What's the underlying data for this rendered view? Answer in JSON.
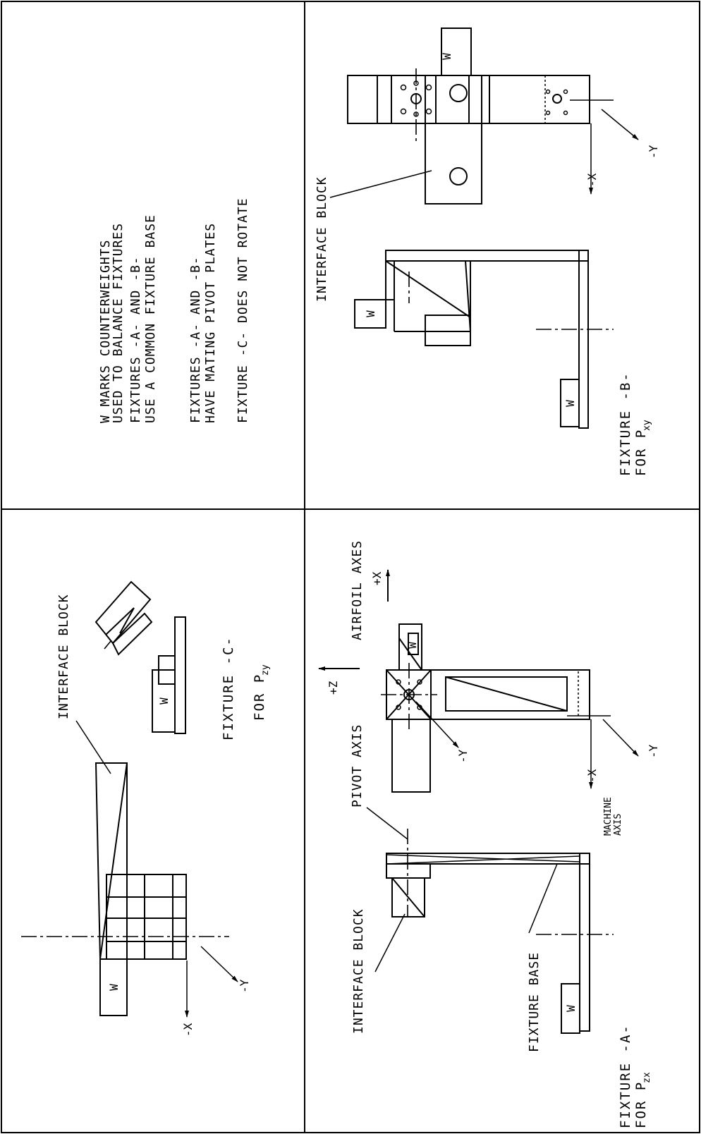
{
  "notes": {
    "line1": "W MARKS COUNTERWEIGHTS",
    "line2": "USED TO BALANCE FIXTURES",
    "line3": "FIXTURES -A- AND -B-",
    "line4": "USE A COMMON FIXTURE BASE",
    "line5": "FIXTURES -A- AND -B-",
    "line6": "HAVE MATING PIVOT PLATES",
    "line7": "FIXTURE -C- DOES NOT ROTATE"
  },
  "fixture_b": {
    "title1": "FIXTURE -B-",
    "title2": "FOR P",
    "title_sub": "xy",
    "interface_label": "INTERFACE BLOCK",
    "axis_x": "-X",
    "axis_y": "-Y"
  },
  "fixture_c": {
    "title1": "FIXTURE -C-",
    "title2": "FOR P",
    "title_sub": "zy",
    "interface_label": "INTERFACE BLOCK",
    "axis_x": "-X",
    "axis_y": "-Y"
  },
  "fixture_a": {
    "title1": "FIXTURE -A-",
    "title2": "FOR P",
    "title_sub": "zx",
    "interface_label": "INTERFACE BLOCK",
    "base_label": "FIXTURE BASE",
    "pivot_label": "PIVOT AXIS",
    "airfoil_label": "AIRFOIL AXES",
    "machine_label1": "MACHINE",
    "machine_label2": "AXIS",
    "axis_plus_x": "+X",
    "axis_plus_z": "+Z",
    "axis_minus_y_inner": "-Y",
    "axis_minus_x": "-X",
    "axis_minus_y": "-Y"
  },
  "counterweight": "W"
}
